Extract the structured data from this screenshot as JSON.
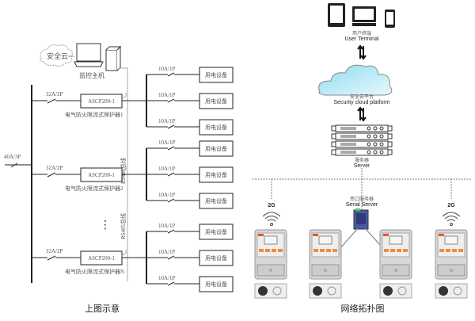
{
  "left_diagram": {
    "caption": "上图示意",
    "cloud_label": "安全云",
    "monitor_host_label": "监控主机",
    "main_breaker": "40A/3P",
    "bus_label": "RS485总线",
    "feeders": [
      {
        "breaker": "32A/2P",
        "device": "ASCP200-1",
        "device_caption": "电气防火限流式保护器1",
        "branches": [
          {
            "breaker": "10A/1P",
            "load": "用电设备"
          },
          {
            "breaker": "10A/1P",
            "load": "用电设备"
          },
          {
            "breaker": "10A/1P",
            "load": "用电设备"
          }
        ]
      },
      {
        "breaker": "32A/2P",
        "device": "ASCP200-1",
        "device_caption": "电气防火限流式保护器2",
        "branches": [
          {
            "breaker": "10A/1P",
            "load": "用电设备"
          },
          {
            "breaker": "10A/1P",
            "load": "用电设备"
          },
          {
            "breaker": "10A/1P",
            "load": "用电设备"
          }
        ]
      },
      {
        "breaker": "32A/2P",
        "device": "ASCP200-1",
        "device_caption": "电气防火限流式保护器N",
        "branches": [
          {
            "breaker": "10A/1P",
            "load": "用电设备"
          },
          {
            "breaker": "10A/1P",
            "load": "用电设备"
          },
          {
            "breaker": "10A/1P",
            "load": "用电设备"
          }
        ]
      }
    ],
    "ellipsis": "⋮"
  },
  "right_diagram": {
    "caption": "网络拓扑图",
    "user_terminal": {
      "cn": "用户终端",
      "en": "User Terminal"
    },
    "cloud_platform": {
      "cn": "安全云平台",
      "en": "Security cloud platform"
    },
    "server": {
      "cn": "服务器",
      "en": "Server"
    },
    "serial_server": {
      "cn": "串口服务器",
      "en": "Serial Server"
    },
    "wireless_label": "2G",
    "meter_count": 4,
    "colors": {
      "cloud": "#a8e4f4",
      "meter_button": "#f08c3c",
      "serial_server": "#4a5aa8"
    }
  }
}
